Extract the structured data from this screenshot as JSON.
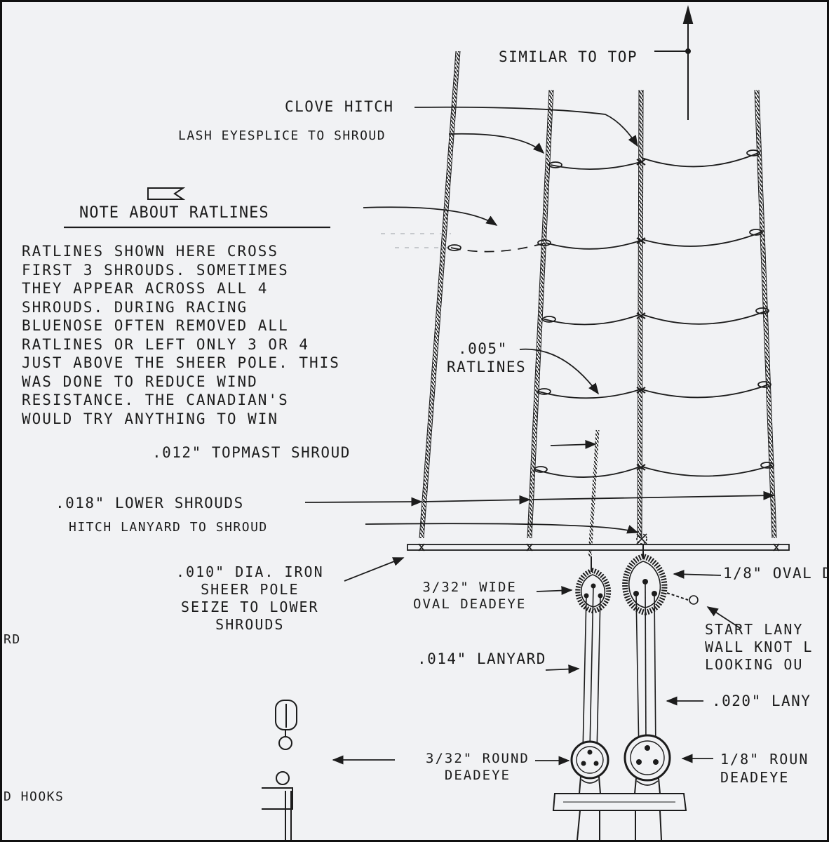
{
  "labels": {
    "similar_to_top": "SIMILAR TO TOP",
    "clove_hitch": "CLOVE HITCH",
    "lash_eyesplice": "LASH EYESPLICE TO SHROUD",
    "note_title": "NOTE ABOUT RATLINES",
    "note_lines": [
      "RATLINES SHOWN HERE CROSS",
      "FIRST 3 SHROUDS. SOMETIMES",
      "THEY APPEAR ACROSS ALL 4",
      "SHROUDS. DURING RACING",
      "BLUENOSE OFTEN REMOVED ALL",
      "RATLINES OR LEFT ONLY 3 OR 4",
      "JUST ABOVE THE SHEER POLE. THIS",
      "WAS DONE TO REDUCE WIND",
      "RESISTANCE. THE CANADIAN'S",
      "WOULD TRY ANYTHING TO WIN"
    ],
    "ratlines_size": ".005\"",
    "ratlines": "RATLINES",
    "topmast_shroud": ".012\" TOPMAST SHROUD",
    "lower_shrouds": ".018\" LOWER SHROUDS",
    "hitch_lanyard": "HITCH LANYARD TO SHROUD",
    "sheer_pole": [
      ".010\" DIA. IRON",
      "SHEER POLE",
      "SEIZE TO LOWER",
      "SHROUDS"
    ],
    "wide_deadeye": [
      "3/32\" WIDE",
      "OVAL DEADEYE"
    ],
    "oval_deadeye_right": "1/8\" OVAL D",
    "start_lanyard": [
      "START LANY",
      "WALL KNOT L",
      "LOOKING OU"
    ],
    "lanyard_014": ".014\" LANYARD",
    "lanyard_020": ".020\" LANY",
    "round_deadeye_left": [
      "3/32\" ROUND",
      "DEADEYE"
    ],
    "round_deadeye_right": [
      "1/8\" ROUN",
      "DEADEYE"
    ],
    "edge_rd": "RD",
    "edge_hooks": "D HOOKS"
  },
  "colors": {
    "ink": "#1c1c1c",
    "paper": "#f1f2f4",
    "frame": "#111111"
  }
}
